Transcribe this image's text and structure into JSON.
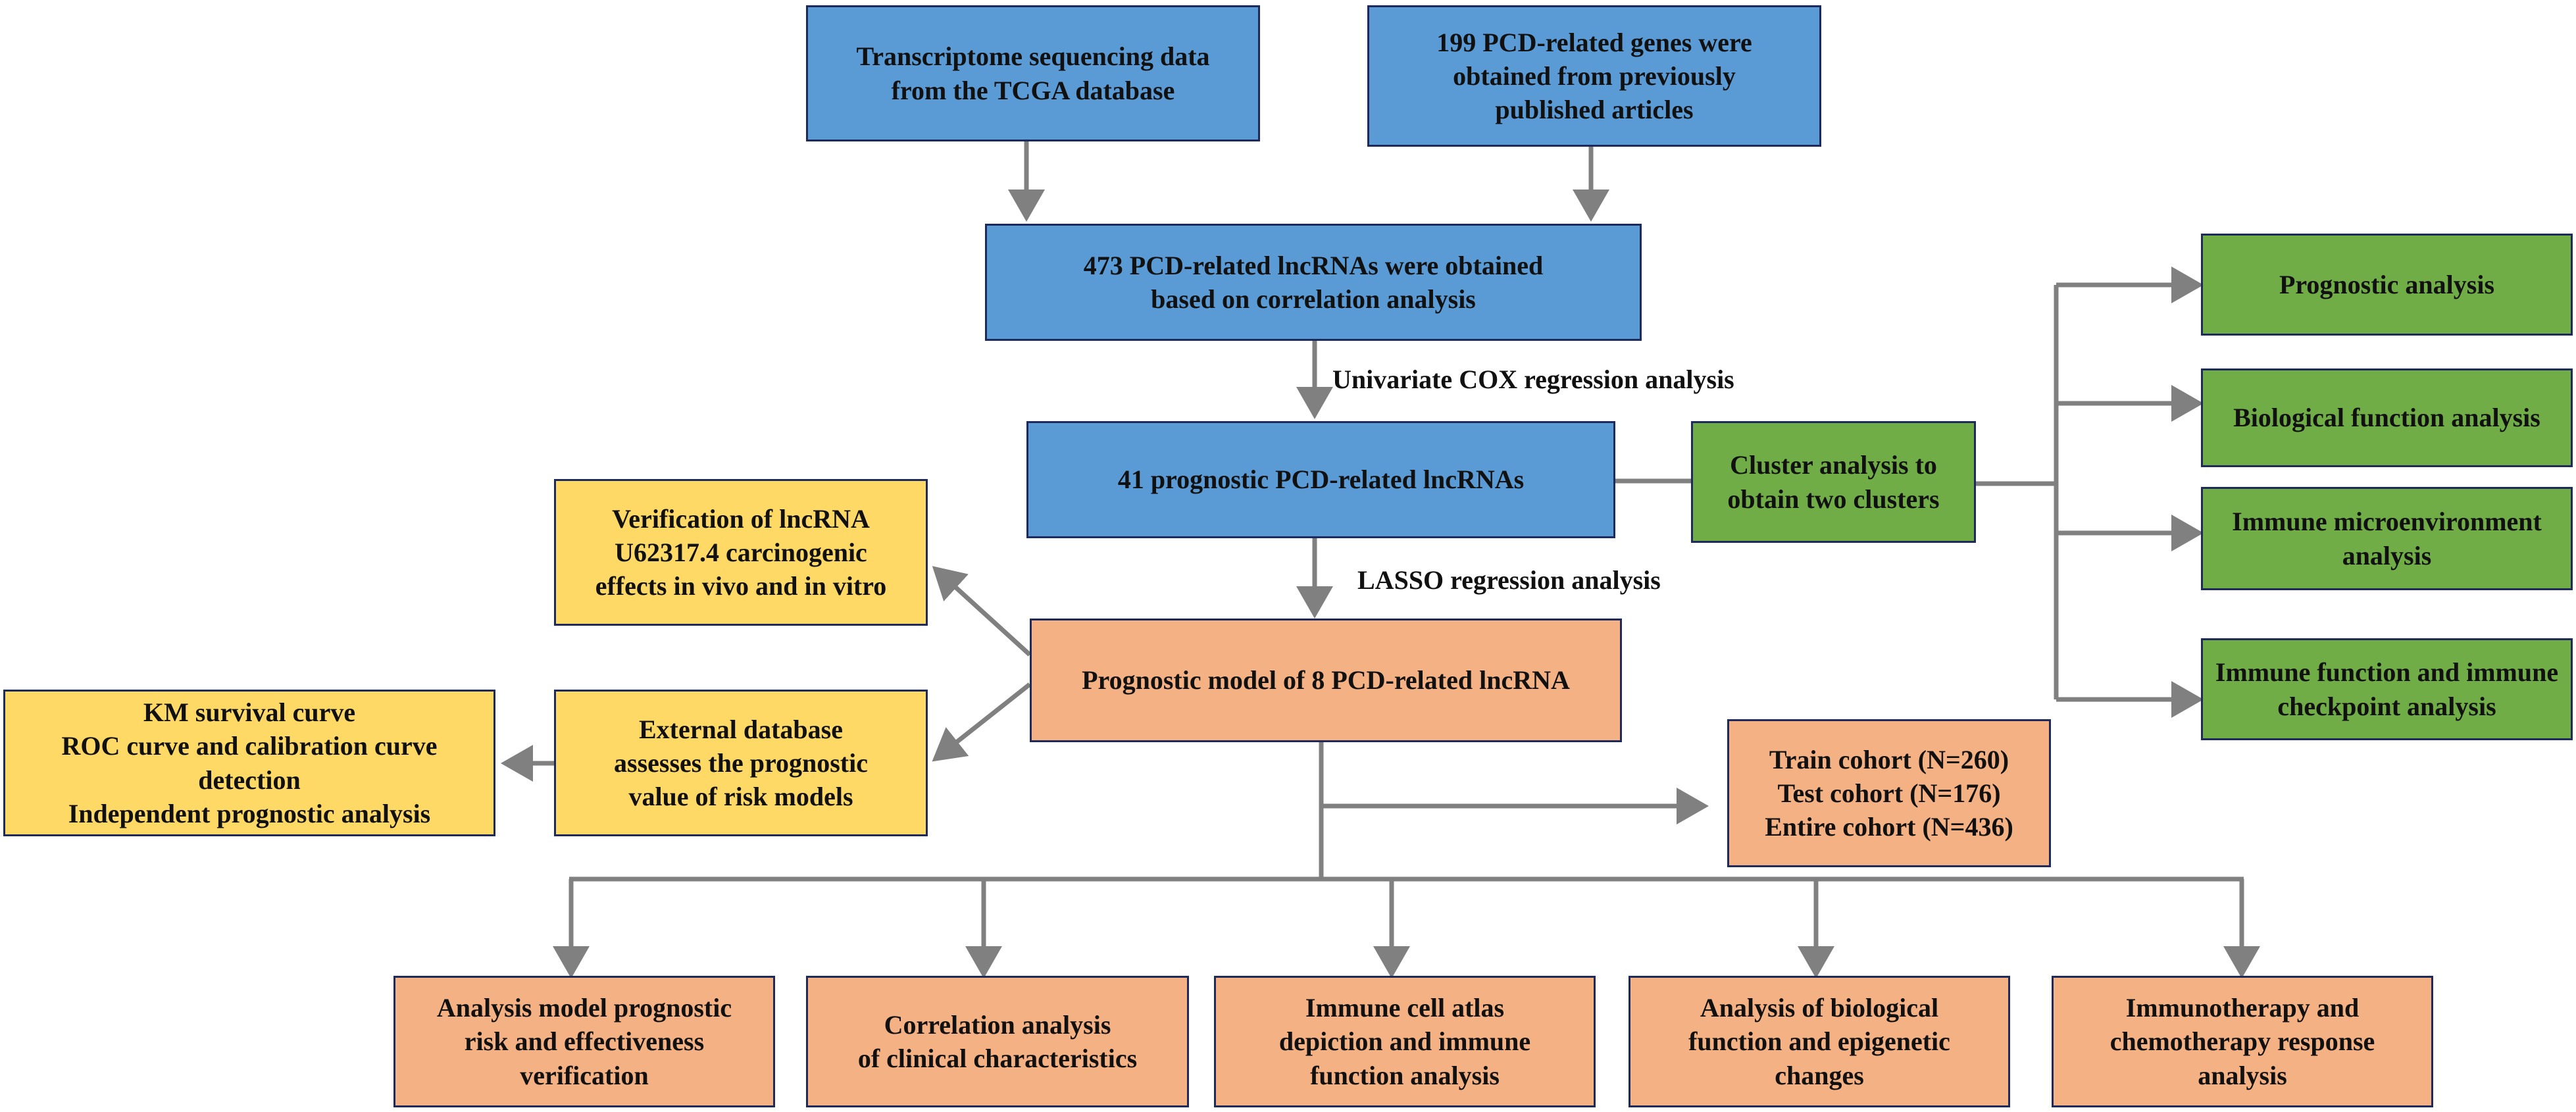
{
  "colors": {
    "blue": "#5b9bd5",
    "green": "#70ad47",
    "yellow": "#ffd966",
    "orange": "#f4b183",
    "border": "#1f2a5c",
    "arrow": "#808080"
  },
  "nodes": {
    "tcga": "Transcriptome sequencing data\nfrom the TCGA database",
    "genes": "199 PCD-related genes were\nobtained from previously\npublished articles",
    "lncrnas473": "473 PCD-related lncRNAs were obtained\nbased on correlation analysis",
    "prognostic41": "41 prognostic PCD-related lncRNAs",
    "cluster": "Cluster analysis to\nobtain two clusters",
    "prognostic_analysis": "Prognostic analysis",
    "biological_function": "Biological function analysis",
    "immune_micro": "Immune microenvironment\nanalysis",
    "immune_checkpoint": "Immune function and immune\ncheckpoint analysis",
    "verification": "Verification of lncRNA\nU62317.4 carcinogenic\neffects in vivo and in vitro",
    "model8": "Prognostic model of 8 PCD-related lncRNA",
    "external": "External database\nassesses the prognostic\nvalue of risk models",
    "km": "KM survival curve\nROC curve and calibration curve\ndetection\nIndependent prognostic analysis",
    "cohorts": "Train cohort (N=260)\nTest cohort (N=176)\nEntire cohort (N=436)",
    "b1": "Analysis model prognostic\nrisk and effectiveness\nverification",
    "b2": "Correlation analysis\nof clinical characteristics",
    "b3": "Immune cell atlas\ndepiction and immune\nfunction analysis",
    "b4": "Analysis of biological\nfunction and epigenetic\nchanges",
    "b5": "Immunotherapy and\nchemotherapy response\nanalysis"
  },
  "edge_labels": {
    "univariate": "Univariate COX regression analysis",
    "lasso": "LASSO regression analysis"
  }
}
